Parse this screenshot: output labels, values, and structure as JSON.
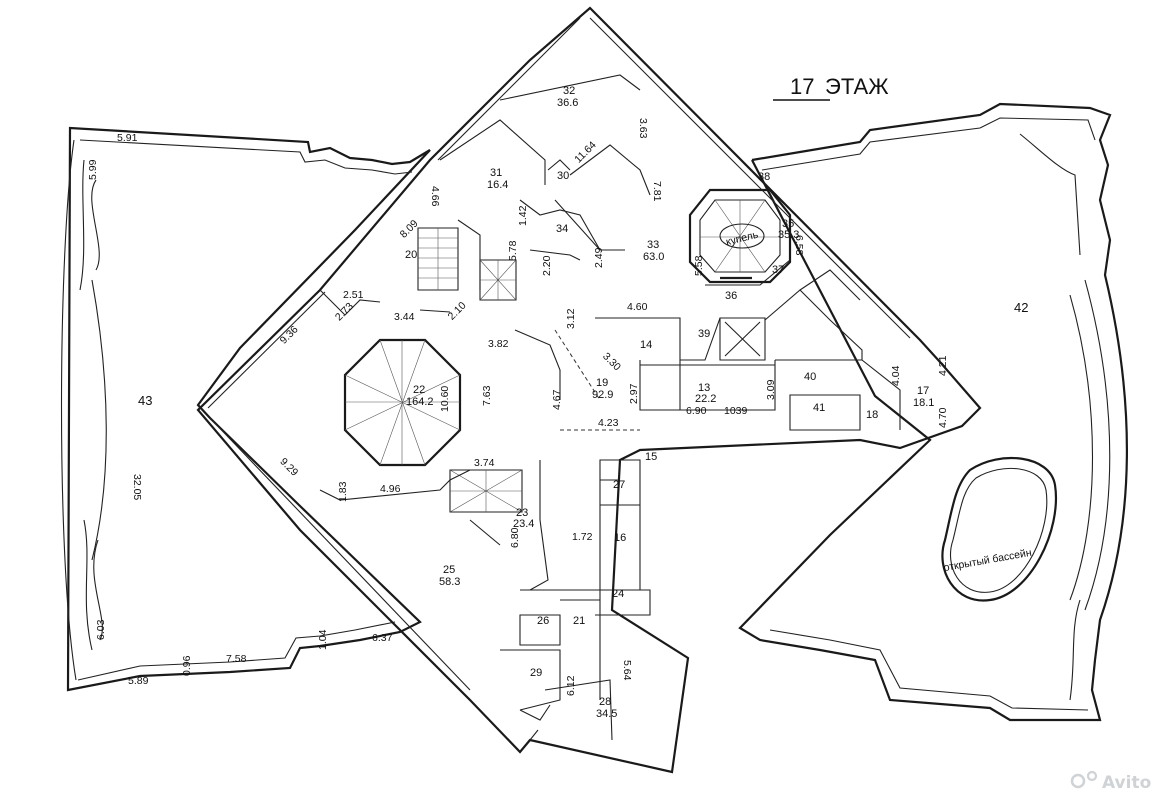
{
  "title": {
    "number": "17",
    "text": "ЭТАЖ"
  },
  "watermark": {
    "brand": "Avito"
  },
  "labels": {
    "pool": "открытый бассейн",
    "font": "купель"
  },
  "rooms": {
    "r43": "43",
    "r42": "42",
    "r32": "32",
    "r32a": "36.6",
    "r31": "31",
    "r31a": "16.4",
    "r30": "30",
    "r20": "20",
    "r34": "34",
    "r33": "33",
    "r33a": "63.0",
    "r38": "38",
    "r35": "35",
    "r35a": "35.3",
    "r37": "37",
    "r36": "36",
    "r39": "39",
    "r14": "14",
    "r22": "22",
    "r22a": "164.2",
    "r19": "19",
    "r19a": "92.9",
    "r13": "13",
    "r13a": "22.2",
    "r40": "40",
    "r41": "41",
    "r18": "18",
    "r17": "17",
    "r17a": "18.1",
    "r15": "15",
    "r27": "27",
    "r16": "16",
    "r23": "23",
    "r23a": "23.4",
    "r25": "25",
    "r25a": "58.3",
    "r26": "26",
    "r21": "21",
    "r24": "24",
    "r29": "29",
    "r28": "28",
    "r28a": "34.5"
  },
  "dims": {
    "d591": "5.91",
    "d599": "5.99",
    "d3205": "32.05",
    "d603": "6.03",
    "d758": "7.58",
    "d589": "5.89",
    "d096": "0.96",
    "d104": "1.04",
    "d637": "6.37",
    "d466": "4.66",
    "d809": "8.09",
    "d1164": "11.64",
    "d363": "3.63",
    "d781": "7.81",
    "d142": "1.42",
    "d578": "5.78",
    "d220": "2.20",
    "d249": "2.49",
    "d558": "5.58",
    "d658": "6.58",
    "d251": "2.51",
    "d273": "2.73",
    "d344": "3.44",
    "d210": "2.10",
    "d312": "3.12",
    "d460": "4.60",
    "d936": "9.36",
    "d382": "3.82",
    "d330": "3.30",
    "d1060": "10.60",
    "d763": "7.63",
    "d467": "4.67",
    "d297": "2.97",
    "d309": "3.09",
    "d404": "4.04",
    "d421": "4.21",
    "d470": "4.70",
    "d423": "4.23",
    "d690": "6.90",
    "d1039": "1039",
    "d929": "9.29",
    "d374": "3.74",
    "d183": "1.83",
    "d496": "4.96",
    "d680": "6.80",
    "d172": "1.72",
    "d612": "6.12",
    "d564": "5.64"
  }
}
